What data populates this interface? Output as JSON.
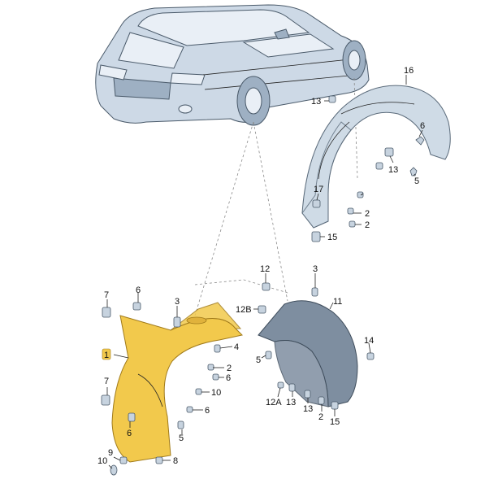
{
  "diagram": {
    "callouts": [
      {
        "id": "c16",
        "text": "16",
        "highlight": false
      },
      {
        "id": "c13a",
        "text": "13",
        "highlight": false
      },
      {
        "id": "c6a",
        "text": "6",
        "highlight": false
      },
      {
        "id": "c13b",
        "text": "13",
        "highlight": false
      },
      {
        "id": "c5a",
        "text": "5",
        "highlight": false
      },
      {
        "id": "c17",
        "text": "17",
        "highlight": false
      },
      {
        "id": "c2a",
        "text": "2",
        "highlight": false
      },
      {
        "id": "c2b",
        "text": "2",
        "highlight": false
      },
      {
        "id": "c15a",
        "text": "15",
        "highlight": false
      },
      {
        "id": "c12",
        "text": "12",
        "highlight": false
      },
      {
        "id": "c3a",
        "text": "3",
        "highlight": false
      },
      {
        "id": "c7a",
        "text": "7",
        "highlight": false
      },
      {
        "id": "c6b",
        "text": "6",
        "highlight": false
      },
      {
        "id": "c3b",
        "text": "3",
        "highlight": false
      },
      {
        "id": "c11",
        "text": "11",
        "highlight": false
      },
      {
        "id": "c12b",
        "text": "12B",
        "highlight": false
      },
      {
        "id": "c1",
        "text": "1",
        "highlight": true
      },
      {
        "id": "c4",
        "text": "4",
        "highlight": false
      },
      {
        "id": "c2c",
        "text": "2",
        "highlight": false
      },
      {
        "id": "c5b",
        "text": "5",
        "highlight": false
      },
      {
        "id": "c14",
        "text": "14",
        "highlight": false
      },
      {
        "id": "c7b",
        "text": "7",
        "highlight": false
      },
      {
        "id": "c6c",
        "text": "6",
        "highlight": false
      },
      {
        "id": "c10a",
        "text": "10",
        "highlight": false
      },
      {
        "id": "c6d",
        "text": "6",
        "highlight": false
      },
      {
        "id": "c6e",
        "text": "6",
        "highlight": false
      },
      {
        "id": "c5c",
        "text": "5",
        "highlight": false
      },
      {
        "id": "c12a",
        "text": "12A",
        "highlight": false
      },
      {
        "id": "c13c",
        "text": "13",
        "highlight": false
      },
      {
        "id": "c13d",
        "text": "13",
        "highlight": false
      },
      {
        "id": "c2d",
        "text": "2",
        "highlight": false
      },
      {
        "id": "c15b",
        "text": "15",
        "highlight": false
      },
      {
        "id": "c9",
        "text": "9",
        "highlight": false
      },
      {
        "id": "c8",
        "text": "8",
        "highlight": false
      },
      {
        "id": "c10b",
        "text": "10",
        "highlight": false
      }
    ]
  },
  "colors": {
    "highlight_part": "#f2c94c",
    "rear_liner": "#cfdbe6",
    "front_liner_inner": "#7e8ea0",
    "car_body": "#cdd9e6"
  }
}
